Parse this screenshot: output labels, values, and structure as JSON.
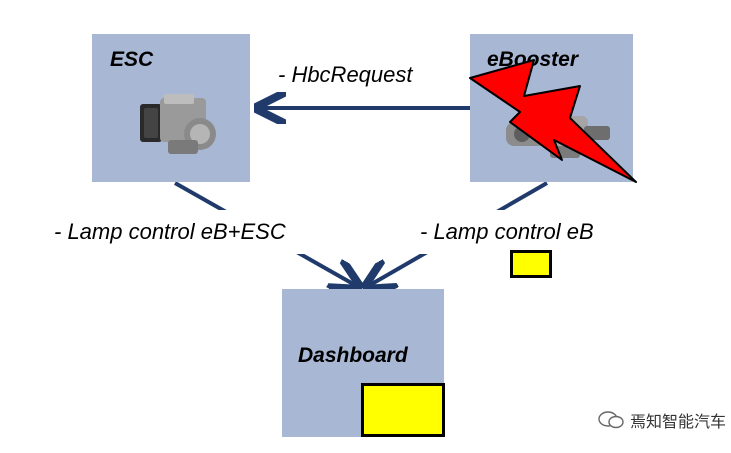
{
  "nodes": {
    "esc": {
      "title": "ESC"
    },
    "ebooster": {
      "title": "eBooster"
    },
    "dashboard": {
      "title": "Dashboard"
    }
  },
  "edges": {
    "hbc_request": "- HbcRequest",
    "lamp_esc": "- Lamp control eB+ESC",
    "lamp_eb": "- Lamp control eB"
  },
  "colors": {
    "box_fill": "#a8b8d4",
    "arrow": "#1f3a6b",
    "lamp": "#ffff00",
    "lightning": "#ff0000"
  },
  "icons": {
    "esc_unit": "abs-esc-module-icon",
    "ebooster_unit": "ebooster-actuator-icon",
    "fault": "lightning-bolt-icon",
    "watermark": "chat-bubble-icon"
  },
  "watermark": "焉知智能汽车"
}
